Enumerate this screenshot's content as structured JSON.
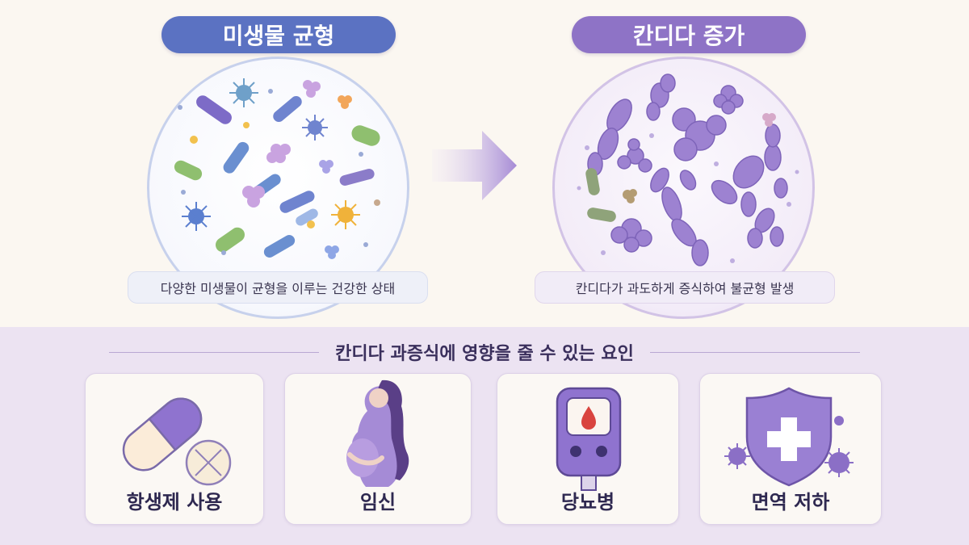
{
  "left_panel": {
    "title": "미생물 균형",
    "caption": "다양한 미생물이 균형을 이루는 건강한 상태",
    "color": "#5b72c2"
  },
  "right_panel": {
    "title": "칸디다 증가",
    "caption": "칸디다가 과도하게 증식하여 불균형 발생",
    "color": "#8e73c6"
  },
  "factors": {
    "title": "칸디다 과증식에 영향을 줄 수 있는 요인",
    "items": [
      {
        "label": "항생제 사용",
        "icon": "pill-capsule-icon"
      },
      {
        "label": "임신",
        "icon": "pregnant-woman-icon"
      },
      {
        "label": "당뇨병",
        "icon": "glucose-meter-icon"
      },
      {
        "label": "면역 저하",
        "icon": "immune-shield-icon"
      }
    ]
  }
}
